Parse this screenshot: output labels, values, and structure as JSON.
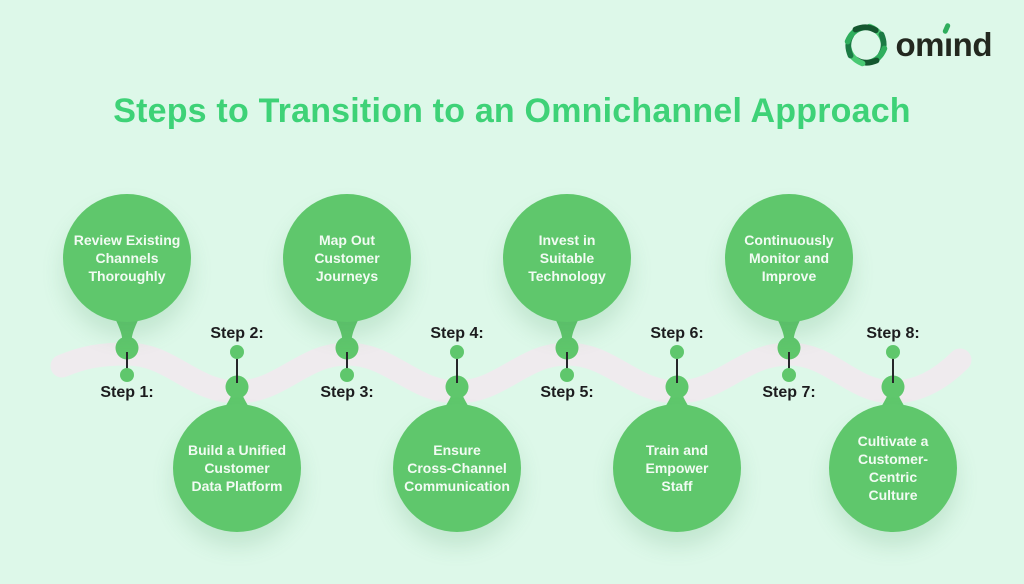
{
  "logo": {
    "icon": "swirl-icon",
    "text_parts": {
      "p1": "om",
      "p2": "i",
      "p3": "nd"
    }
  },
  "title": "Steps to Transition to an Omnichannel Approach",
  "colors": {
    "background": "#ddf8e9",
    "bubble_green": "#5fc76c",
    "title_green": "#3ed277",
    "wave": "#efebee",
    "connector_line": "#26262a",
    "label_dark": "#1c1c1e",
    "bubble_text": "#f2fbf3",
    "logo_dark": "#23281f",
    "logo_greens": [
      "#49c973",
      "#1b7a44",
      "#2fae5d",
      "#14572f"
    ]
  },
  "steps": [
    {
      "label": "Step 1:",
      "title": "Review Existing\nChannels\nThoroughly",
      "position": "above"
    },
    {
      "label": "Step 2:",
      "title": "Build a Unified\nCustomer\nData Platform",
      "position": "below"
    },
    {
      "label": "Step 3:",
      "title": "Map Out\nCustomer\nJourneys",
      "position": "above"
    },
    {
      "label": "Step 4:",
      "title": "Ensure\nCross-Channel\nCommunication",
      "position": "below"
    },
    {
      "label": "Step 5:",
      "title": "Invest in\nSuitable\nTechnology",
      "position": "above"
    },
    {
      "label": "Step 6:",
      "title": "Train and\nEmpower\nStaff",
      "position": "below"
    },
    {
      "label": "Step 7:",
      "title": "Continuously\nMonitor and\nImprove",
      "position": "above"
    },
    {
      "label": "Step 8:",
      "title": "Cultivate a\nCustomer-Centric\nCulture",
      "position": "below"
    }
  ]
}
